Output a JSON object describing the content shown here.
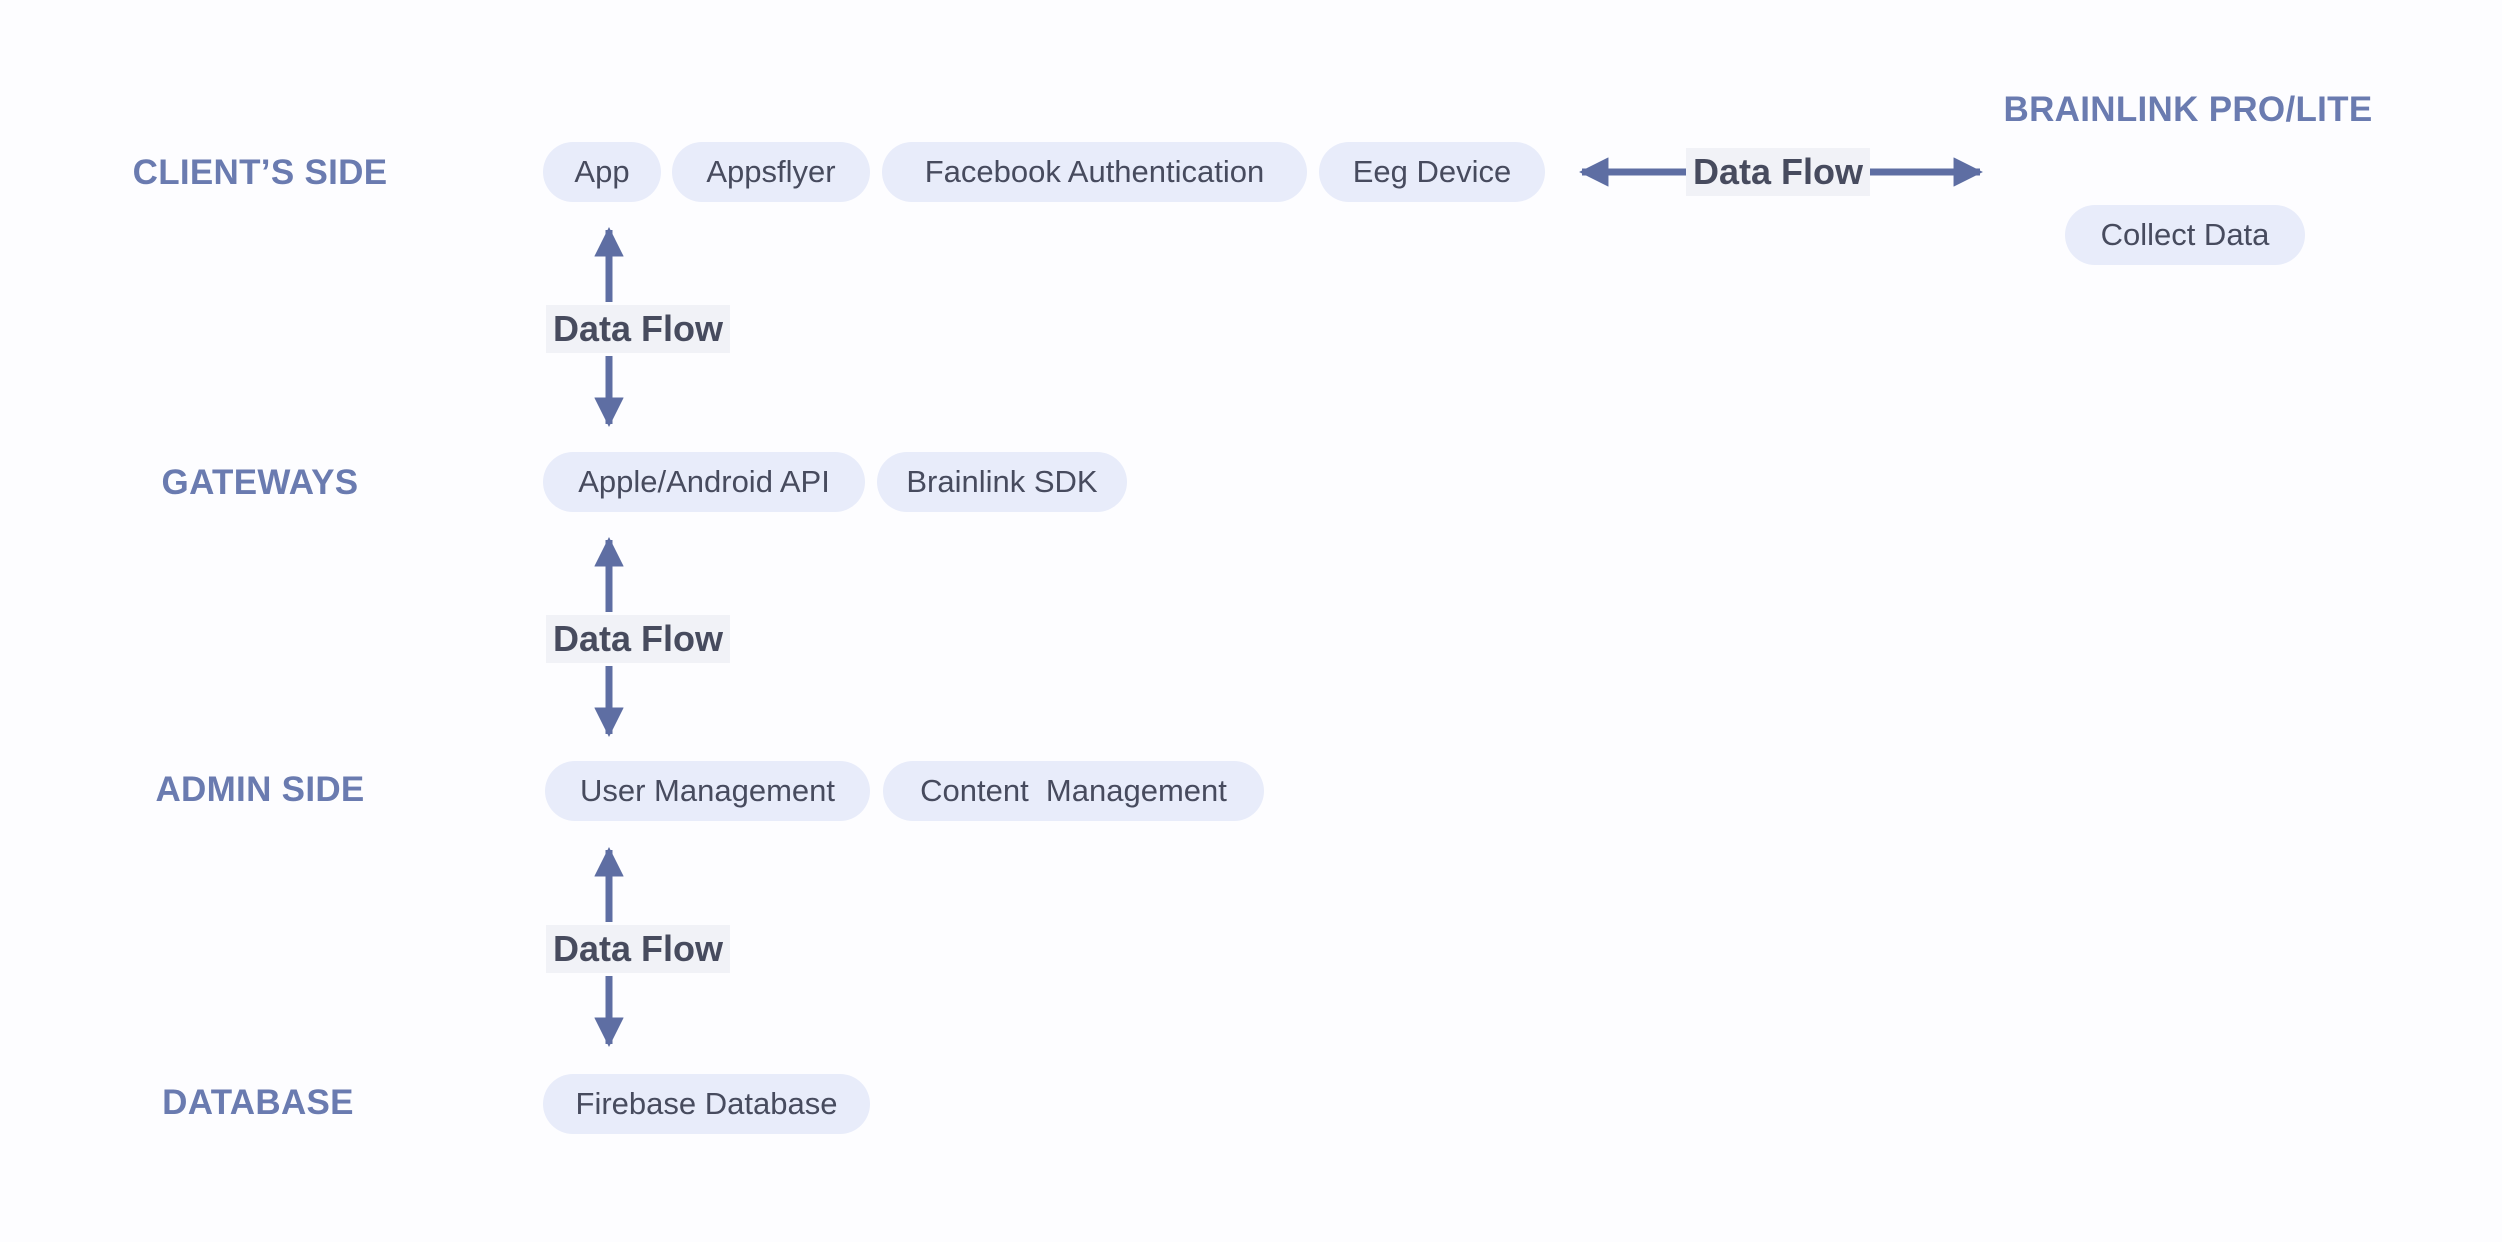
{
  "layers": {
    "client": "CLIENT’S SIDE",
    "gateways": "GATEWAYS",
    "admin": "ADMIN SIDE",
    "database": "DATABASE",
    "device": "BRAINLINK PRO/LITE"
  },
  "client_items": [
    "App",
    "Appsflyer",
    "Facebook Authentication",
    "Eeg Device"
  ],
  "gateway_items": [
    "Apple/Android API",
    "Brainlink SDK"
  ],
  "admin_items": [
    "User Management",
    "Content  Management"
  ],
  "database_items": [
    "Firebase Database"
  ],
  "device_items": [
    "Collect Data"
  ],
  "flows": {
    "client_device": "Data Flow",
    "client_gateways": "Data Flow",
    "gateways_admin": "Data Flow",
    "admin_database": "Data Flow"
  },
  "colors": {
    "accent": "#6a7bb0",
    "arrow": "#5e6ea3",
    "pill_bg": "#e8ecfa",
    "text": "#474b5e"
  }
}
